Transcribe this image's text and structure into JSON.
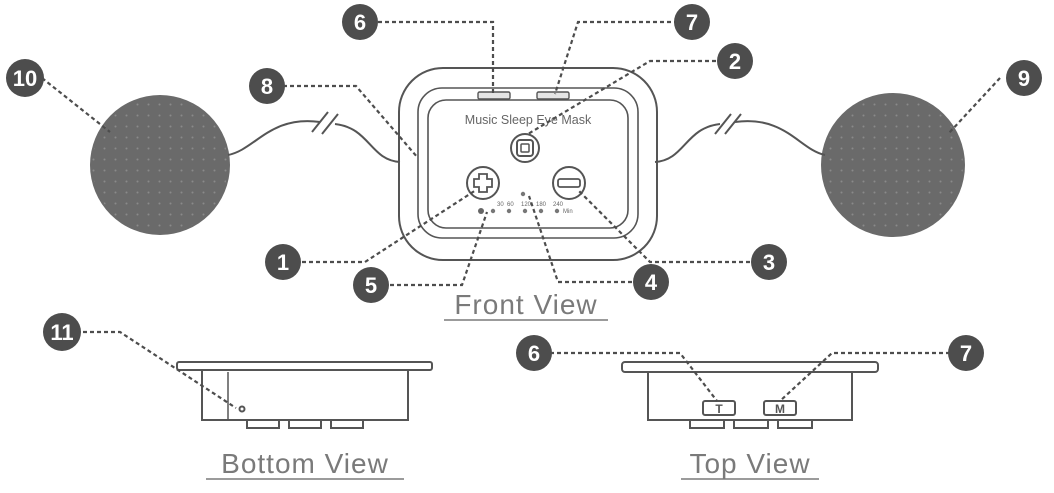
{
  "colors": {
    "line": "#555555",
    "callout": "#4d4d4d",
    "speaker": "#6a6a6a",
    "text": "#7a7a7a"
  },
  "front_view": {
    "caption": "Front View",
    "screen_label": "Music Sleep Eye Mask",
    "timer_labels": [
      "30",
      "60",
      "120",
      "180",
      "240"
    ],
    "timer_unit": "Min",
    "plus_icon": "plus-icon",
    "minus_icon": "minus-icon",
    "power_icon": "power-icon"
  },
  "bottom_view": {
    "caption": "Bottom View"
  },
  "top_view": {
    "caption": "Top View",
    "button_t": "T",
    "button_m": "M"
  },
  "callouts": {
    "c1": "1",
    "c2": "2",
    "c3": "3",
    "c4": "4",
    "c5": "5",
    "c6": "6",
    "c7": "7",
    "c8": "8",
    "c9": "9",
    "c10": "10",
    "c11": "11",
    "c6b": "6",
    "c7b": "7"
  }
}
